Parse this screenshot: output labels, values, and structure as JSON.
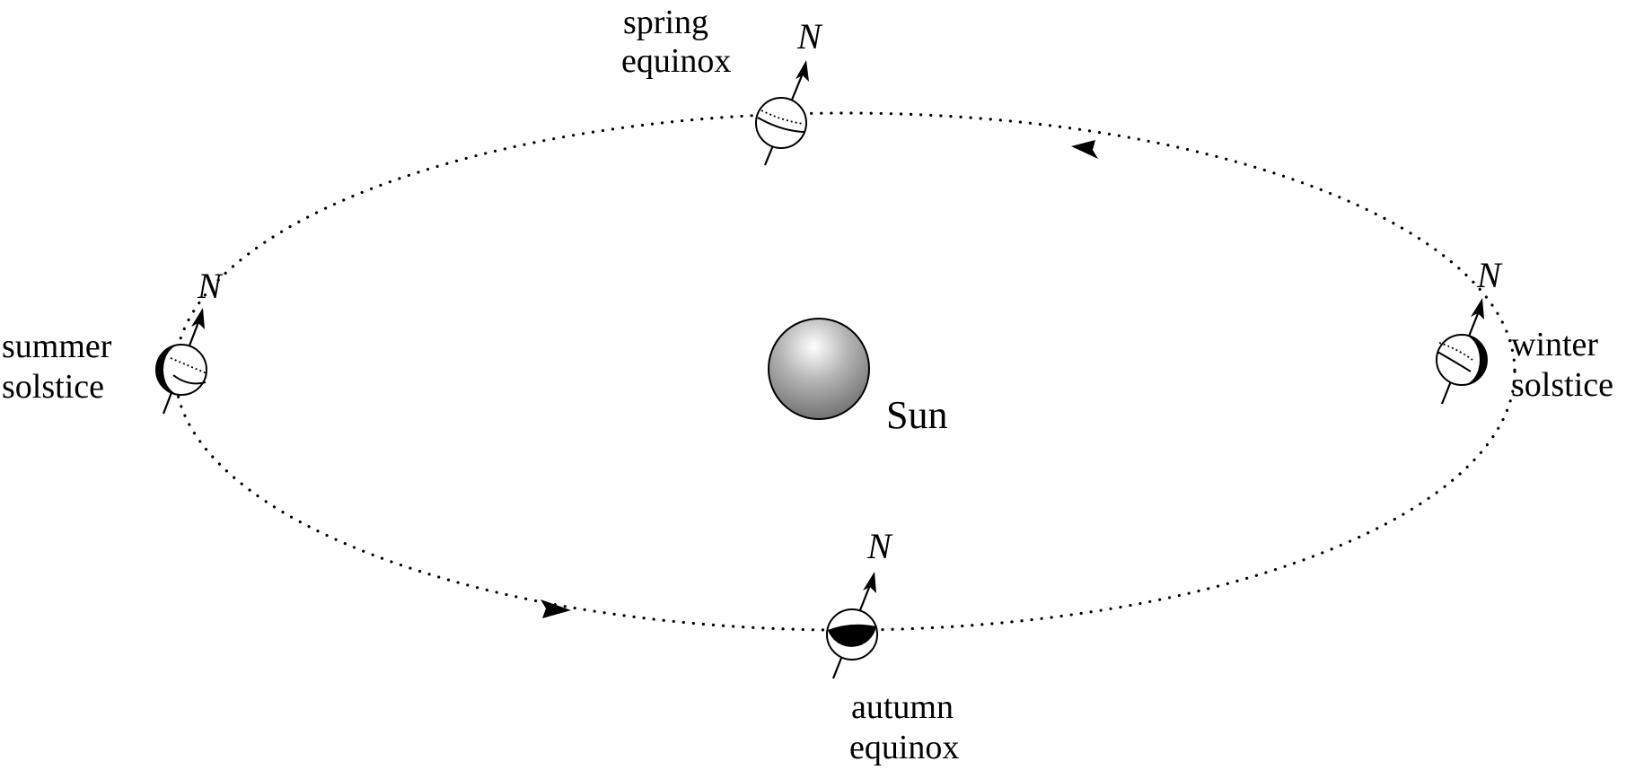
{
  "sun": {
    "label": "Sun"
  },
  "north_label": "N",
  "positions": [
    {
      "id": "spring",
      "lines": [
        "spring",
        "equinox"
      ],
      "lit_side": "none"
    },
    {
      "id": "summer",
      "lines": [
        "summer",
        "solstice"
      ],
      "lit_side": "right"
    },
    {
      "id": "winter",
      "lines": [
        "winter",
        "solstice"
      ],
      "lit_side": "left"
    },
    {
      "id": "autumn",
      "lines": [
        "autumn",
        "equinox"
      ],
      "lit_side": "top"
    }
  ],
  "colors": {
    "ink": "#000000",
    "sun_highlight": "#ffffff",
    "sun_shade": "#6e6e6e"
  }
}
